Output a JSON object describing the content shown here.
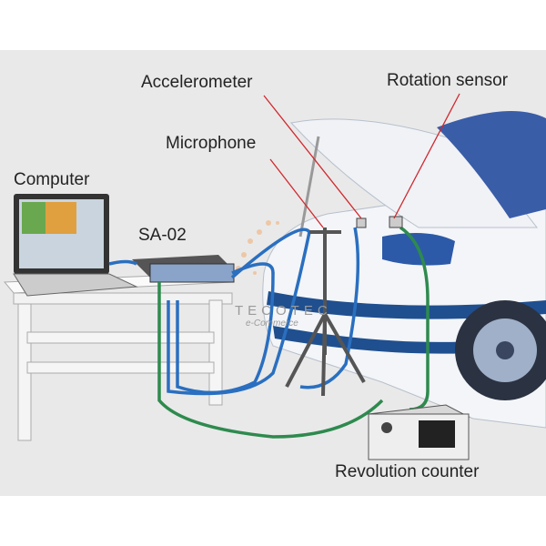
{
  "labels": {
    "accelerometer": "Accelerometer",
    "rotation_sensor": "Rotation sensor",
    "microphone": "Microphone",
    "computer": "Computer",
    "analyzer": "SA-02",
    "revolution_counter": "Revolution counter"
  },
  "watermark": {
    "brand": "TECOTEC",
    "sub": "e-Commerce"
  },
  "colors": {
    "panel": "#e9e9e9",
    "cable_blue": "#2a6fc0",
    "cable_green": "#2e8a4e",
    "pointer": "#d0282e",
    "car": "#f3f5f8",
    "stripe": "#1f4f8f"
  }
}
